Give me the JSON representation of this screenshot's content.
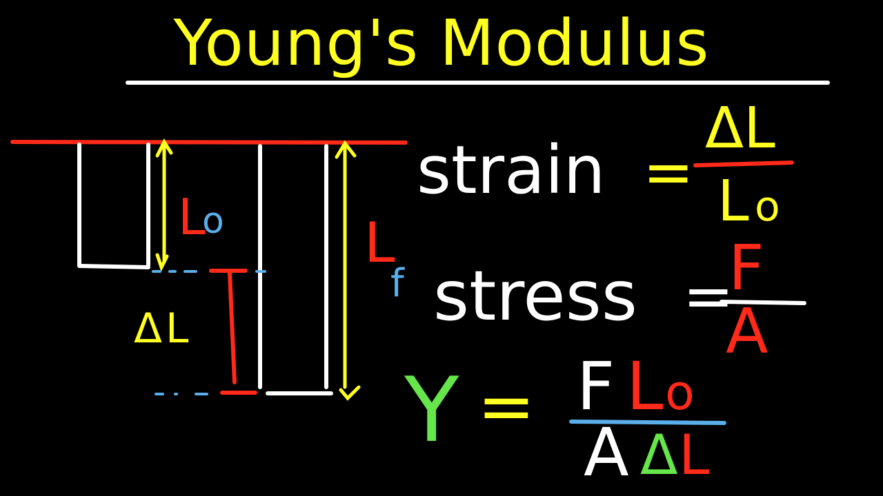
{
  "title": "Young's Modulus",
  "colors": {
    "background": "#000000",
    "title": "#ffff22",
    "chalk_white": "#ffffff",
    "red": "#ff2a1a",
    "yellow": "#ffff22",
    "blue": "#5aaeea",
    "green": "#66e64a"
  },
  "diagram": {
    "label_L": "L",
    "label_o": "o",
    "label_f": "f",
    "label_delta": "Δ",
    "label_Lcap": "L"
  },
  "equations": {
    "strain": {
      "lhs": "strain",
      "eq": "=",
      "numerator": "ΔL",
      "denominator_L": "L",
      "denominator_o": "o"
    },
    "stress": {
      "lhs": "stress",
      "eq": "=",
      "numerator": "F",
      "denominator": "A"
    },
    "young": {
      "lhs": "Y",
      "eq": "=",
      "num_F": "F",
      "num_L": "L",
      "num_o": "o",
      "den_A": "A",
      "den_delta": "Δ",
      "den_L": "L"
    }
  }
}
